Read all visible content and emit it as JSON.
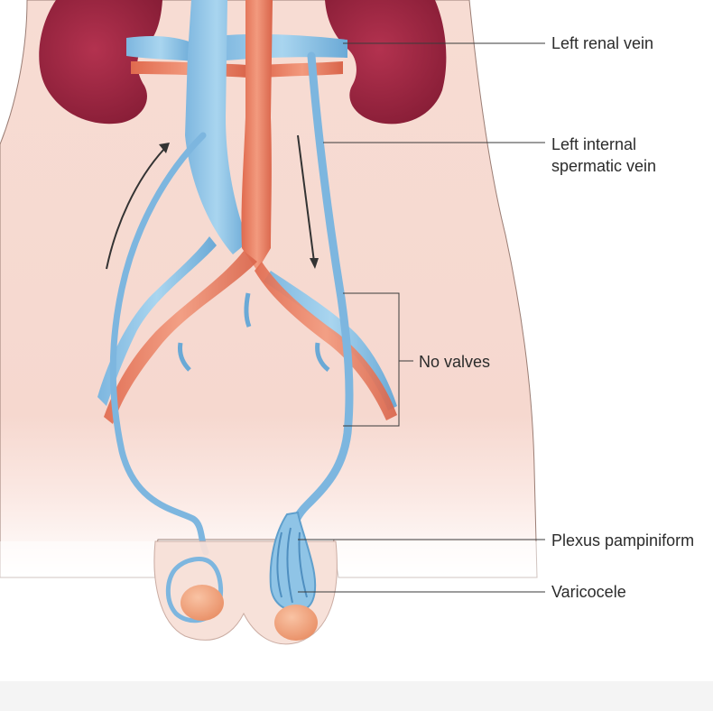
{
  "labels": {
    "left_renal_vein": "Left renal vein",
    "left_internal_spermatic_vein_line1": "Left internal",
    "left_internal_spermatic_vein_line2": "spermatic vein",
    "no_valves": "No valves",
    "plexus_pampiniform": "Plexus pampiniform",
    "varicocele": "Varicocele"
  },
  "colors": {
    "skin": "#f7dcd3",
    "kidney": "#9c2340",
    "vein": "#8fc4e6",
    "vein_dark": "#5f9fcc",
    "artery": "#e97f62",
    "testis": "#f2a882",
    "leader_line": "#3a3a3a"
  },
  "icons": {
    "arrow_up": "arrow-up-icon",
    "arrow_down": "arrow-down-icon"
  }
}
